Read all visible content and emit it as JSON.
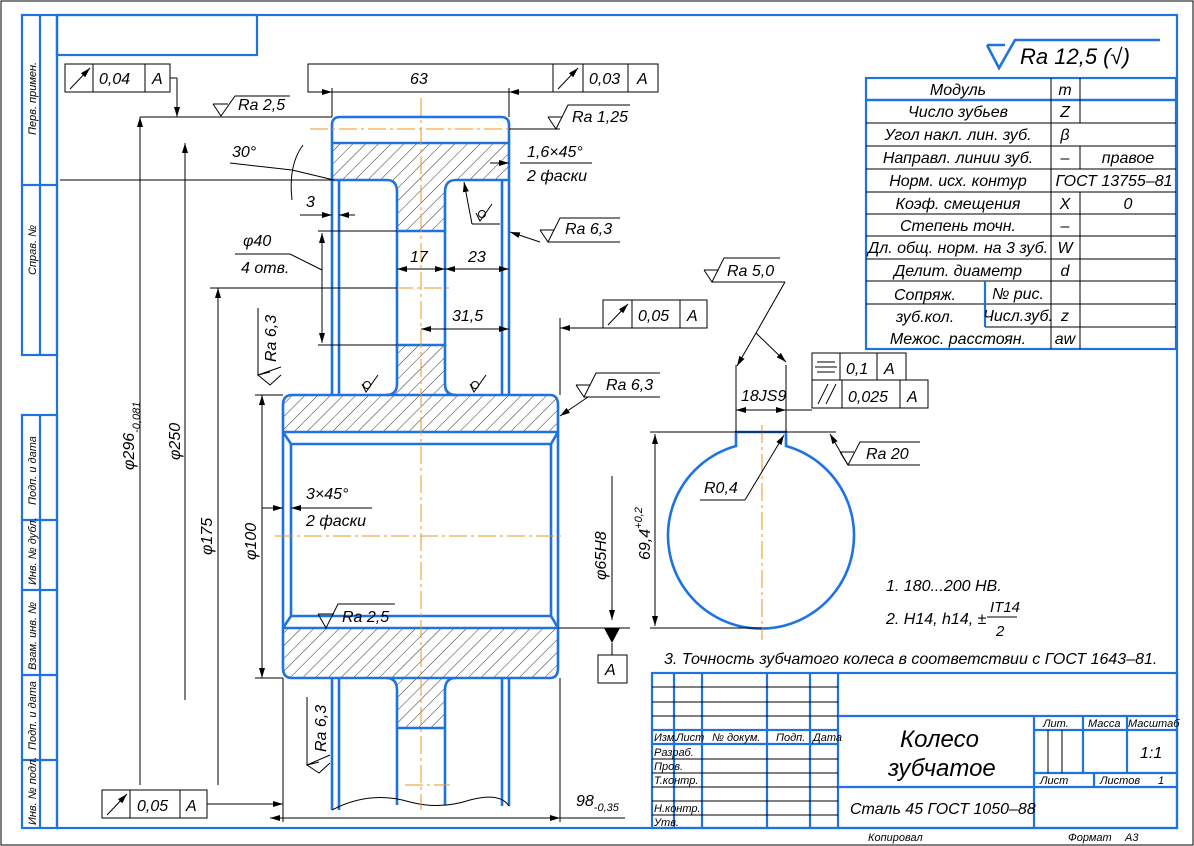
{
  "drawing": {
    "title_line1": "Колесо",
    "title_line2": "зубчатое",
    "material": "Сталь 45 ГОСТ 1050–88",
    "general_roughness": "Ra 12,5 (√)",
    "copied_label": "Копировал",
    "format_label": "Формат",
    "format_value": "А3"
  },
  "side_strip": [
    "Перв. примен.",
    "Справ. №",
    "Подп. и дата",
    "Инв. № дубл.",
    "Взам. инв. №",
    "Подп. и дата",
    "Инв. № подл."
  ],
  "params_table": {
    "rows": [
      {
        "label": "Модуль",
        "symbol": "m",
        "value": ""
      },
      {
        "label": "Число зубьев",
        "symbol": "Z",
        "value": ""
      },
      {
        "label": "Угол накл. лин. зуб.",
        "symbol": "β",
        "value": ""
      },
      {
        "label": "Направл. линии зуб.",
        "symbol": "–",
        "value": "правое"
      },
      {
        "label": "Норм. исх. контур",
        "symbol": "",
        "value": "ГОСТ 13755–81"
      },
      {
        "label": "Коэф. смещения",
        "symbol": "X",
        "value": "0"
      },
      {
        "label": "Степень точн.",
        "symbol": "–",
        "value": ""
      },
      {
        "label": "Дл. общ. норм. на 3 зуб.",
        "symbol": "W",
        "value": ""
      },
      {
        "label": "Делит. диаметр",
        "symbol": "d",
        "value": ""
      }
    ],
    "mating": {
      "label1": "Сопряж.",
      "label2": "зуб.кол.",
      "sub1": "№ рис.",
      "sub2": "Числ.зуб.",
      "sub2_symbol": "z"
    },
    "center_distance": {
      "label": "Межос. расстоян.",
      "symbol": "aw"
    }
  },
  "dimensions": {
    "width_63": "63",
    "runout_top": {
      "value": "0,03",
      "datum": "A"
    },
    "runout_left": {
      "value": "0,04",
      "datum": "A"
    },
    "runout_hub": {
      "value": "0,05",
      "datum": "A"
    },
    "runout_bottom": {
      "value": "0,05",
      "datum": "A"
    },
    "ra_top_left": "Ra 2,5",
    "ra_top_right": "Ra 1,25",
    "angle": "30°",
    "chamfer_rim": "1,6×45°",
    "chamfer_rim_count": "2 фаски",
    "dim_3": "3",
    "ra_rim_side": "Ra 6,3",
    "holes_dia": "φ40",
    "holes_count": "4 отв.",
    "dim_17": "17",
    "dim_23": "23",
    "dim_31_5": "31,5",
    "ra_left_vertical": "Ra 6,3",
    "ra_hub_side": "Ra 6,3",
    "dia_296": "φ296",
    "dia_296_tol": "-0,081",
    "dia_250": "φ250",
    "dia_175": "φ175",
    "dia_100": "φ100",
    "chamfer_bore": "3×45°",
    "chamfer_bore_count": "2 фаски",
    "bore": "φ65H8",
    "ra_bore": "Ra 2,5",
    "datum_a": "A",
    "ra_bottom_vertical": "Ra 6,3",
    "length_98": "98",
    "length_98_tol": "-0,35"
  },
  "keyway": {
    "ra_key": "Ra 5,0",
    "symmetry": {
      "value": "0,1",
      "datum": "A"
    },
    "parallel": {
      "value": "0,025",
      "datum": "A"
    },
    "width": "18JS9",
    "ra_top": "Ra 20",
    "radius": "R0,4",
    "depth": "69,4",
    "depth_tol": "+0,2"
  },
  "notes": {
    "n1": "1. 180...200 HB.",
    "n2": "2. H14, h14, ±",
    "n2_frac_num": "IT14",
    "n2_frac_den": "2",
    "n3": "3. Точность зубчатого колеса в соответствии с ГОСТ 1643–81."
  },
  "title_block": {
    "col_headers": [
      "Изм.",
      "Лист",
      "№ докум.",
      "Подп.",
      "Дата"
    ],
    "roles": [
      "Разраб.",
      "Пров.",
      "Т.контр.",
      "",
      "Н.контр.",
      "Утв."
    ],
    "lit_label": "Лит.",
    "mass_label": "Масса",
    "scale_label": "Масштаб",
    "scale_value": "1:1",
    "sheet_label": "Лист",
    "sheets_label": "Листов",
    "sheets_value": "1"
  }
}
